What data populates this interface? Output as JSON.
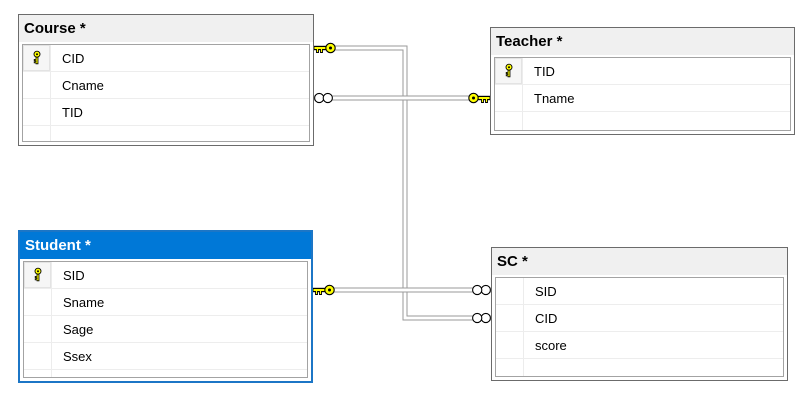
{
  "diagram": {
    "tables": {
      "course": {
        "title": "Course *",
        "selected": false,
        "columns": [
          {
            "name": "CID",
            "primary_key": true
          },
          {
            "name": "Cname",
            "primary_key": false
          },
          {
            "name": "TID",
            "primary_key": false
          }
        ]
      },
      "teacher": {
        "title": "Teacher *",
        "selected": false,
        "columns": [
          {
            "name": "TID",
            "primary_key": true
          },
          {
            "name": "Tname",
            "primary_key": false
          }
        ]
      },
      "student": {
        "title": "Student *",
        "selected": true,
        "columns": [
          {
            "name": "SID",
            "primary_key": true
          },
          {
            "name": "Sname",
            "primary_key": false
          },
          {
            "name": "Sage",
            "primary_key": false
          },
          {
            "name": "Ssex",
            "primary_key": false
          }
        ]
      },
      "sc": {
        "title": "SC *",
        "selected": false,
        "columns": [
          {
            "name": "SID",
            "primary_key": false
          },
          {
            "name": "CID",
            "primary_key": false
          },
          {
            "name": "score",
            "primary_key": false
          }
        ]
      }
    },
    "relationships": [
      {
        "one_side": "Teacher",
        "many_side": "Course",
        "one_end_icon": "key-icon",
        "many_end_icon": "infinity-icon"
      },
      {
        "one_side": "Course",
        "many_side": "SC",
        "one_end_icon": "key-icon",
        "many_end_icon": "infinity-icon"
      },
      {
        "one_side": "Student",
        "many_side": "SC",
        "one_end_icon": "key-icon",
        "many_end_icon": "infinity-icon"
      }
    ],
    "colors": {
      "selected_header_bg": "#0078d7",
      "selected_header_text": "#ffffff",
      "selected_border": "#1c76c6",
      "header_bg": "#f0f0f0",
      "header_text": "#000000",
      "table_border": "#6b6b6b",
      "body_border": "#a3a3a3",
      "row_separator": "#ededed",
      "connector_gray": "#9a9a9a",
      "key_yellow": "#ffff00"
    }
  }
}
